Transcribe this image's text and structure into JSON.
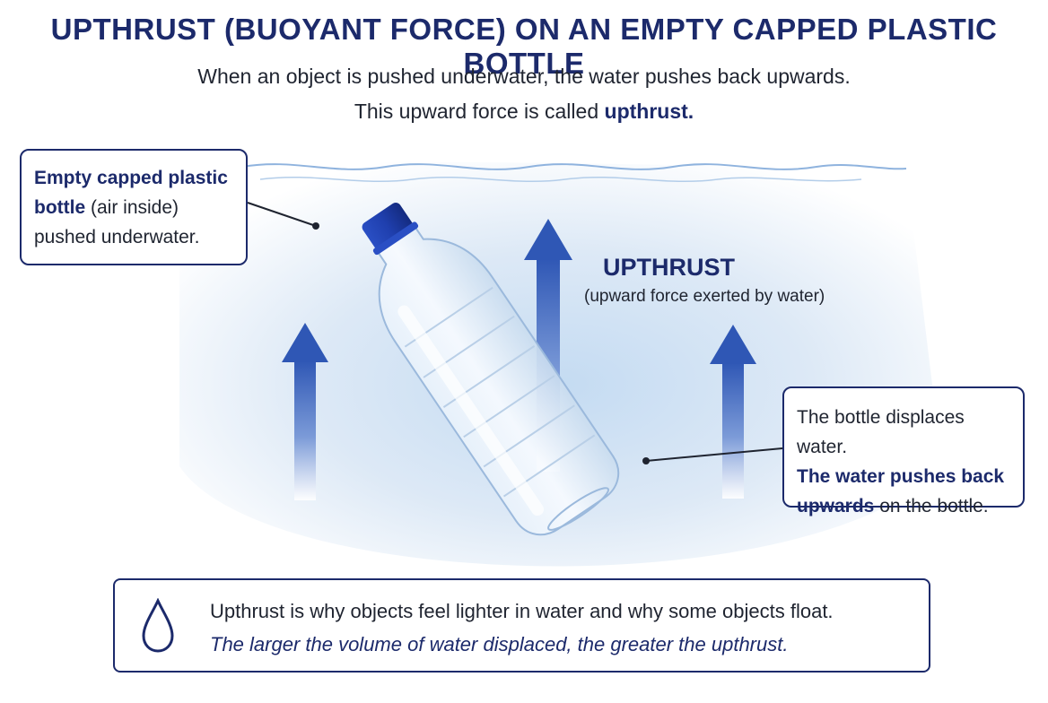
{
  "title": "UPTHRUST (BUOYANT FORCE) ON AN EMPTY CAPPED PLASTIC BOTTLE",
  "subtitle_line1": "When an object is pushed underwater, the water pushes back upwards.",
  "subtitle_line2_prefix": "This upward force is called ",
  "subtitle_line2_term": "upthrust.",
  "callout_bottle": {
    "bold_part": "Empty capped plastic bottle",
    "normal_part": " (air inside) pushed underwater."
  },
  "upthrust_label": "UPTHRUST",
  "upthrust_note": "(upward force exerted by water)",
  "callout_displace": {
    "line1": "The bottle displaces water.",
    "bold_part": "The water pushes back upwards",
    "normal_part": " on the bottle."
  },
  "bottom_note": {
    "line1": "Upthrust is why objects feel lighter in water and why some objects float.",
    "line2": "The larger the volume of water displaced, the greater the upthrust."
  },
  "colors": {
    "navy": "#1c2a6b",
    "arrow_blue": "#2f57b5",
    "water_light": "#e6f0fa",
    "water_mid": "#c9def3",
    "cap_blue": "#1f3fae"
  },
  "icons": [
    "water-drop-icon",
    "upthrust-arrow"
  ]
}
